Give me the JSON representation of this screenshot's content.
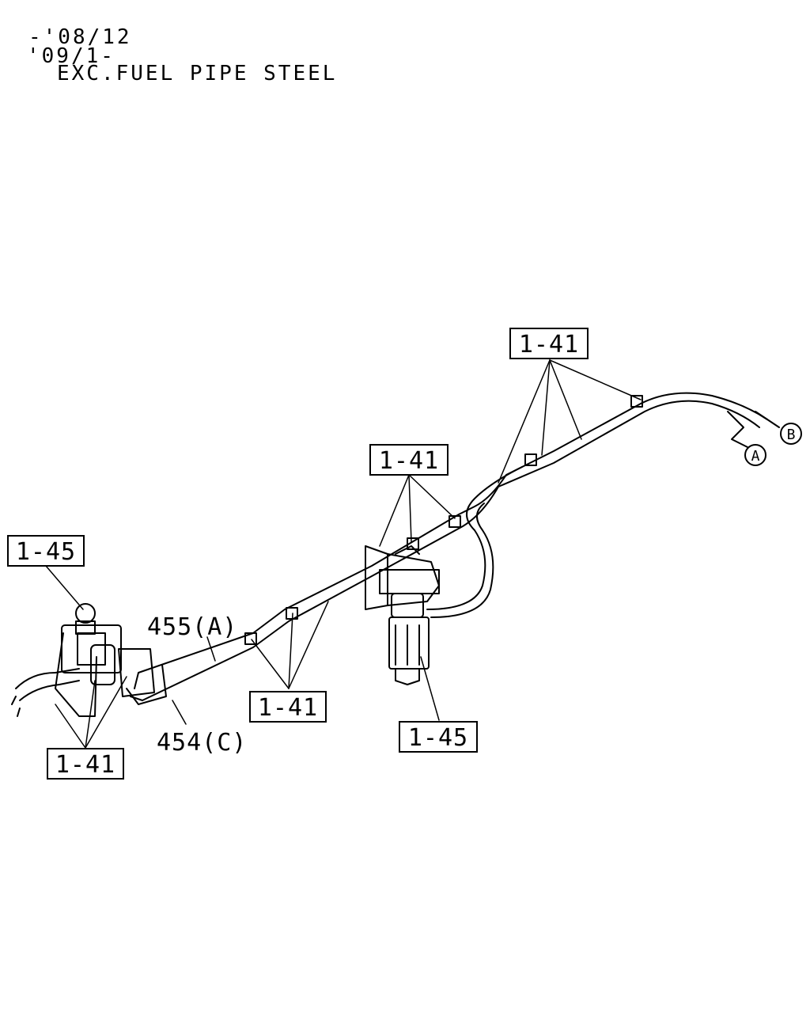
{
  "header": {
    "line1": "-'08/12",
    "line2": "'09/1-",
    "line3": "EXC.FUEL PIPE STEEL"
  },
  "callouts": {
    "top_right_clips": "1-41",
    "mid_bracket_clips": "1-41",
    "left_filter": "1-45",
    "lower_mid_clips": "1-41",
    "right_filter": "1-45",
    "left_bottom_clips": "1-41"
  },
  "part_labels": {
    "pipe_a": "455(A)",
    "pipe_c": "454(C)"
  },
  "connectors": {
    "a": "A",
    "b": "B"
  }
}
